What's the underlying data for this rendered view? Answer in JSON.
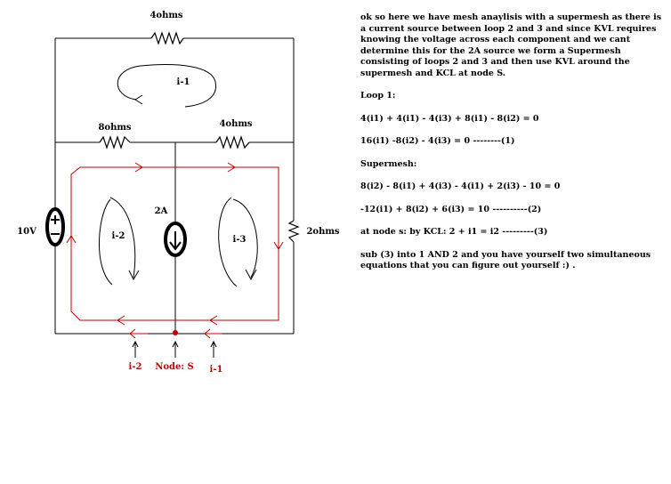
{
  "labels": {
    "r_top": "4ohms",
    "r_left": "8ohms",
    "r_mid": "4ohms",
    "r_right": "2ohms",
    "v_source": "10V",
    "i_source": "2A",
    "mesh1": "i-1",
    "mesh2": "i-2",
    "mesh3": "i-3",
    "arrow_i2": "i-2",
    "node_s": "Node: S",
    "arrow_i1": "i-1"
  },
  "notes": {
    "intro": "ok so here we have mesh anaylisis with a supermesh as there is a current source between loop 2 and 3 and since KVL requires knowing the voltage across each component and we cant determine this for the 2A source we form a Supermesh consisting of loops 2 and 3 and then use KVL around the supermesh and KCL at node S.",
    "loop1_heading": "Loop 1:",
    "loop1_eq1": "4(i1) + 4(i1) - 4(i3) + 8(i1) - 8(i2) = 0",
    "loop1_eq2": "16(i1) -8(i2) - 4(i3) = 0 --------(1)",
    "supermesh_heading": "Supermesh:",
    "supermesh_eq1": "8(i2) - 8(i1) + 4(i3) - 4(i1) + 2(i3) - 10 = 0",
    "supermesh_eq2": "-12(i1) + 8(i2) + 6(i3) = 10 ----------(2)",
    "kcl": "at node s: by KCL: 2 + i1 = i2 ---------(3)",
    "conclusion": "sub (3) into 1 AND 2 and you have yourself two simultaneous equations that you can figure out yourself :) ."
  },
  "colors": {
    "wire": "#000000",
    "supermesh": "#c00000"
  }
}
